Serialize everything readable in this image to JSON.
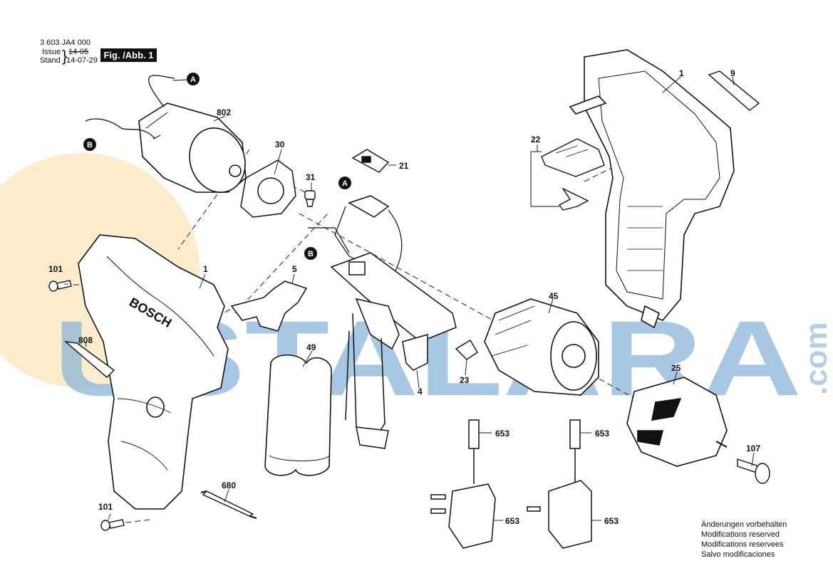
{
  "header": {
    "doc_number": "3 603 JA4 000",
    "issue_label": "Issue",
    "issue_value": "14-05",
    "stand_label": "Stand",
    "stand_value": "14-07-29",
    "figure_label": "Fig. /Abb. 1"
  },
  "watermark": {
    "text": "USTALARA",
    "suffix": ".com",
    "color": "#1f6fb5",
    "disc_color": "#f6c15a"
  },
  "brand_text": "BOSCH",
  "connectors": {
    "a": "A",
    "b": "B"
  },
  "parts": {
    "p1a": "1",
    "p1b": "1",
    "p9": "9",
    "p802": "802",
    "p30": "30",
    "p31": "31",
    "p21": "21",
    "p22": "22",
    "p101a": "101",
    "p101b": "101",
    "p5": "5",
    "p808": "808",
    "p49": "49",
    "p4": "4",
    "p23": "23",
    "p45": "45",
    "p25": "25",
    "p107": "107",
    "p653a": "653",
    "p653b": "653",
    "p653c": "653",
    "p653d": "653",
    "p680": "680"
  },
  "notes": [
    "Änderungen vorbehalten",
    "Modifications reserved",
    "Modifications reservees",
    "Salvo modificaciones"
  ]
}
